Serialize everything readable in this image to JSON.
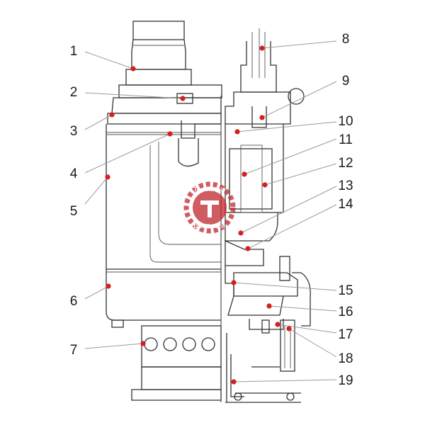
{
  "figure": {
    "labels": [
      "1",
      "2",
      "3",
      "4",
      "5",
      "6",
      "7",
      "8",
      "9",
      "10",
      "11",
      "12",
      "13",
      "14",
      "15",
      "16",
      "17",
      "18",
      "19"
    ],
    "watermark": {
      "text_top": "Technoquip",
      "text_bottom": "Distribution"
    },
    "colors": {
      "marker": "#d42020",
      "watermark": "#c0262d",
      "line": "#333333",
      "leader": "#9a9a9a"
    }
  }
}
